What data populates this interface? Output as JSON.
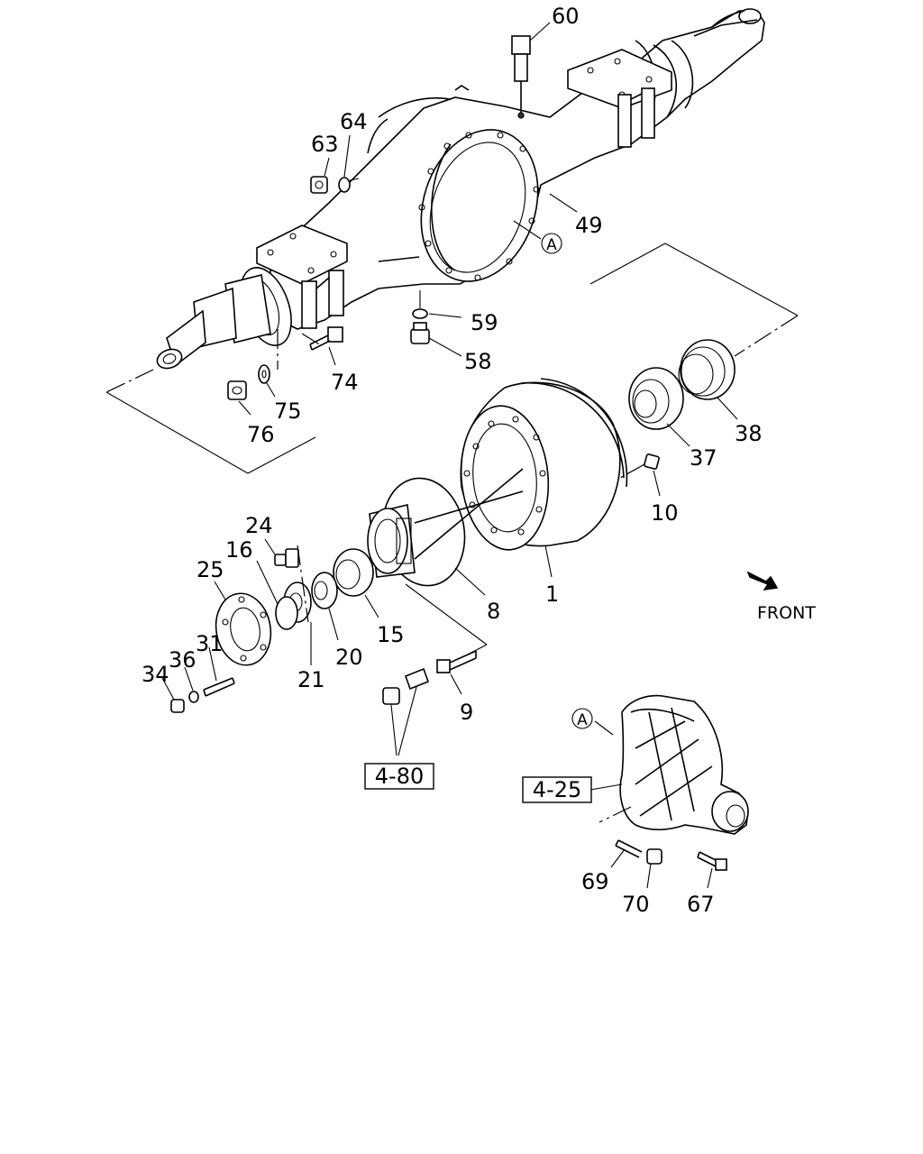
{
  "callouts": {
    "c60": "60",
    "c64": "64",
    "c63": "63",
    "c49": "49",
    "c59": "59",
    "c58": "58",
    "c74": "74",
    "c75": "75",
    "c76": "76",
    "c38": "38",
    "c37": "37",
    "c10": "10",
    "c1": "1",
    "c8": "8",
    "c15": "15",
    "c20": "20",
    "c21": "21",
    "c24": "24",
    "c16": "16",
    "c25": "25",
    "c31": "31",
    "c36": "36",
    "c34": "34",
    "c9": "9",
    "c69": "69",
    "c70": "70",
    "c67": "67"
  },
  "references": {
    "ref_4_80": "4-80",
    "ref_4_25": "4-25"
  },
  "markers": {
    "a_housing": "A",
    "a_diff": "A"
  },
  "direction": {
    "label": "FRONT"
  }
}
